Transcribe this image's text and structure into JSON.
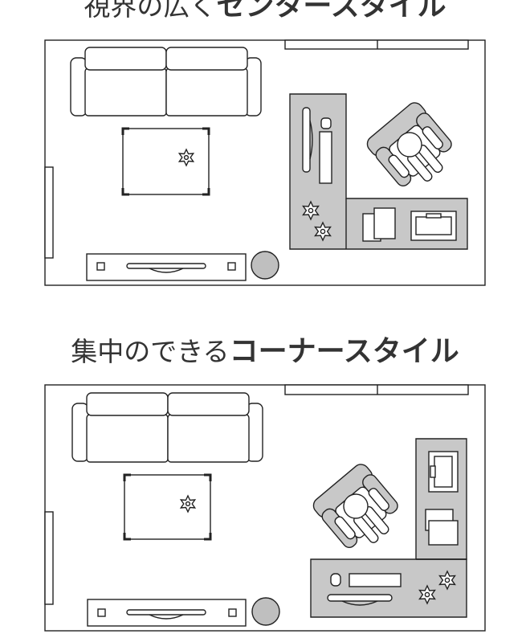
{
  "layouts": [
    {
      "title_light": "視界の広く",
      "title_bold": "センタースタイル"
    },
    {
      "title_light": "集中のできる",
      "title_bold": "コーナースタイル"
    }
  ],
  "colors": {
    "line": "#222222",
    "desk_fill": "#c8c8c8",
    "plant_fill": "#bfbfbf",
    "text": "#333333"
  }
}
